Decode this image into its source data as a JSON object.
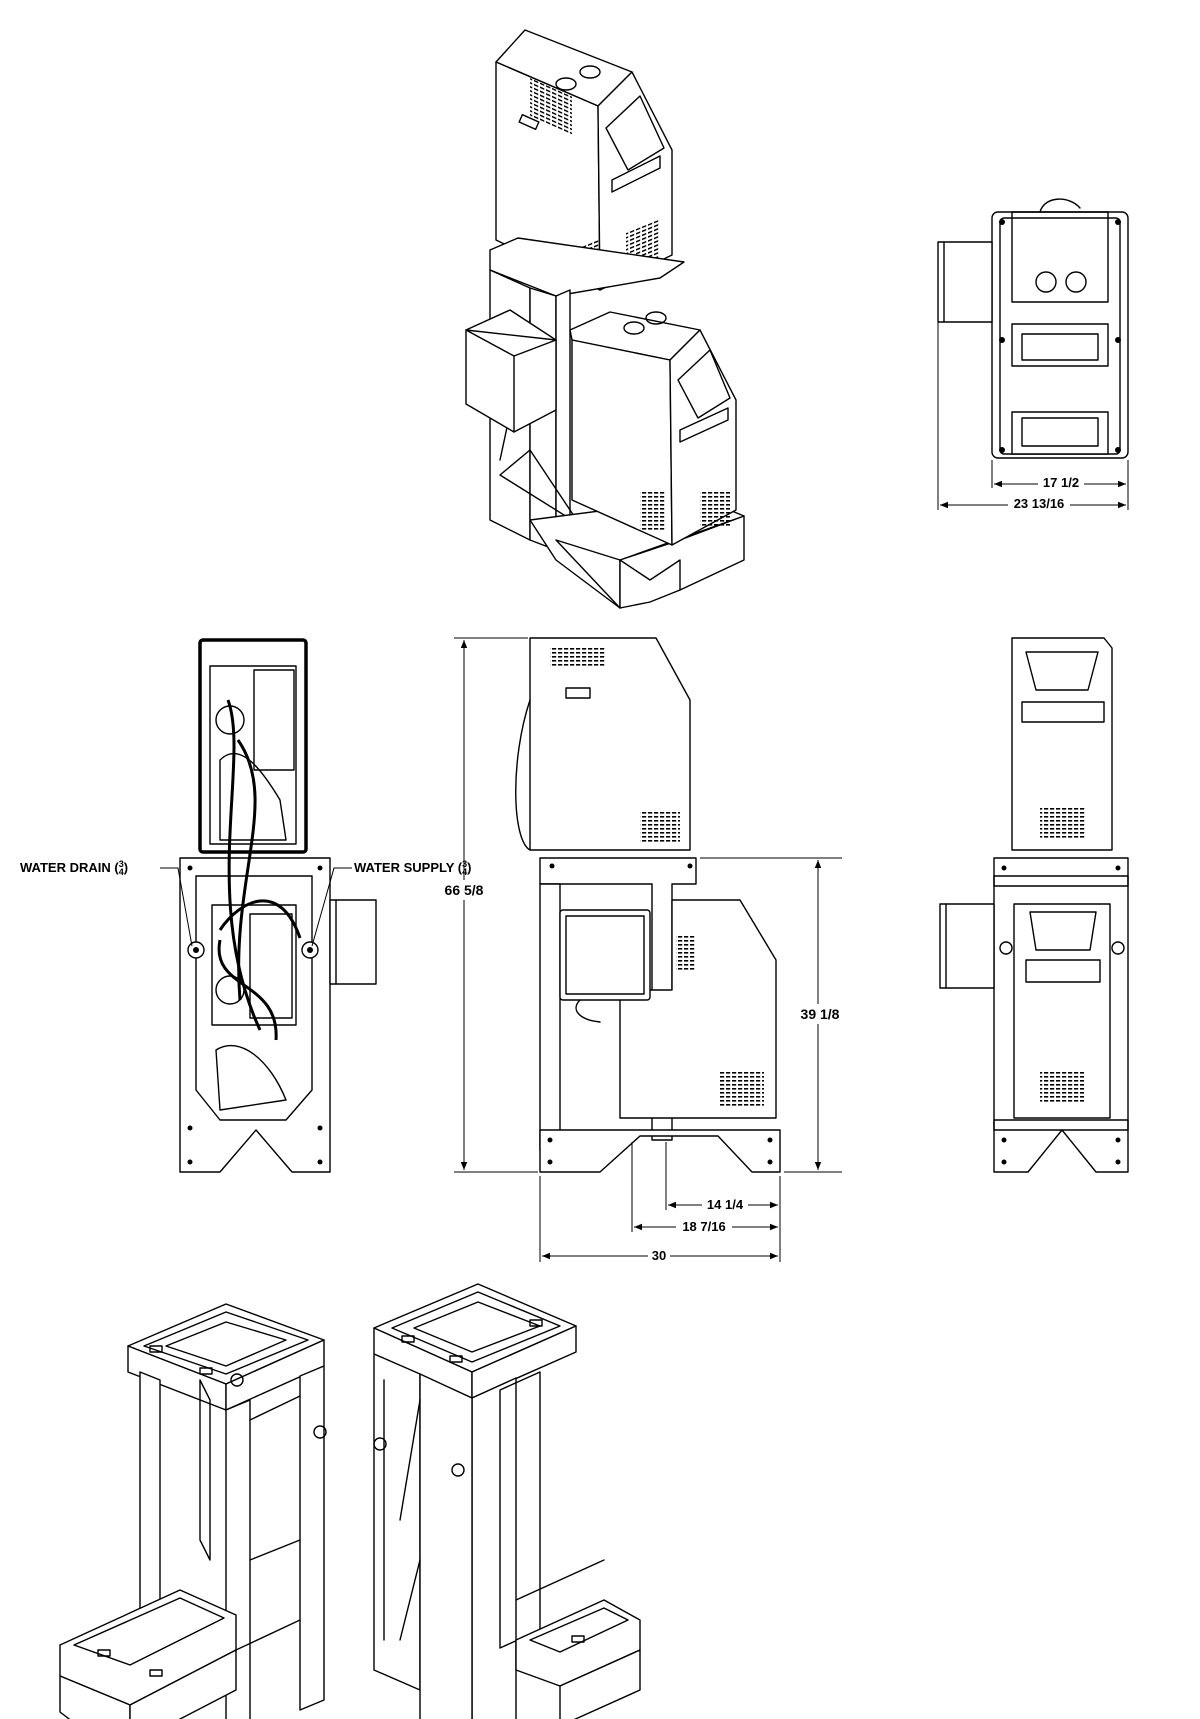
{
  "labels": {
    "water_drain": "WATER DRAIN (",
    "water_supply": "WATER SUPPLY ("
  },
  "fraction": {
    "num": "3",
    "den": "4",
    "close": ")"
  },
  "dimensions": {
    "top_width_inner": "17 1/2",
    "top_width_outer": "23 13/16",
    "overall_height": "66 5/8",
    "stand_height": "39 1/8",
    "depth_a": "14 1/4",
    "depth_b": "18 7/16",
    "depth_overall": "30"
  },
  "colors": {
    "line": "#000000",
    "background": "#ffffff"
  }
}
